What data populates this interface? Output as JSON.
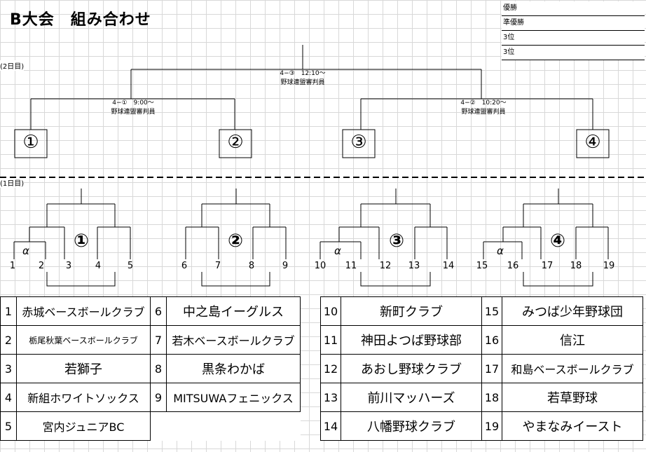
{
  "title": "B大会　組み合わせ",
  "results": [
    "優勝",
    "準優勝",
    "3位",
    "3位"
  ],
  "day2_label": "(2日目)",
  "day1_label": "(1日目)",
  "final": {
    "label": "4−③　12:10〜",
    "umpire": "野球連盟審判員"
  },
  "semi_left": {
    "label": "4−①　9:00〜",
    "umpire": "野球連盟審判員"
  },
  "semi_right": {
    "label": "4−②　10:20〜",
    "umpire": "野球連盟審判員"
  },
  "block_marks": [
    "①",
    "②",
    "③",
    "④"
  ],
  "alpha": "α",
  "seeds": [
    "1",
    "2",
    "3",
    "4",
    "5",
    "6",
    "7",
    "8",
    "9",
    "10",
    "11",
    "12",
    "13",
    "14",
    "15",
    "16",
    "17",
    "18",
    "19"
  ],
  "teams_left": [
    {
      "no": "1",
      "name": "赤城ベースボールクラブ",
      "no2": "6",
      "name2": "中之島イーグルス"
    },
    {
      "no": "2",
      "name": "栃尾秋葉ベースボールクラブ",
      "no2": "7",
      "name2": "若木ベースボールクラブ"
    },
    {
      "no": "3",
      "name": "若獅子",
      "no2": "8",
      "name2": "黒条わかば"
    },
    {
      "no": "4",
      "name": "新組ホワイトソックス",
      "no2": "9",
      "name2": "MITSUWAフェニックス"
    },
    {
      "no": "5",
      "name": "宮内ジュニアBC"
    }
  ],
  "teams_right": [
    {
      "no": "10",
      "name": "新町クラブ",
      "no2": "15",
      "name2": "みつば少年野球団"
    },
    {
      "no": "11",
      "name": "神田よつば野球部",
      "no2": "16",
      "name2": "信江"
    },
    {
      "no": "12",
      "name": "あおし野球クラブ",
      "no2": "17",
      "name2": "和島ベースボールクラブ"
    },
    {
      "no": "13",
      "name": "前川マッハーズ",
      "no2": "18",
      "name2": "若草野球"
    },
    {
      "no": "14",
      "name": "八幡野球クラブ",
      "no2": "19",
      "name2": "やまなみイースト"
    }
  ]
}
